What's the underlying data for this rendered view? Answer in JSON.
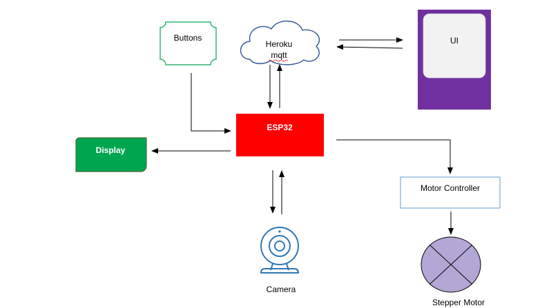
{
  "nodes": {
    "buttons": {
      "label": "Buttons"
    },
    "heroku": {
      "label_line1": "Heroku",
      "label_line2": "mqtt"
    },
    "ui": {
      "label": "UI"
    },
    "esp32": {
      "label": "ESP32"
    },
    "display": {
      "label": "Display"
    },
    "motor_controller": {
      "label": "Motor Controller"
    },
    "camera": {
      "label": "Camera"
    },
    "stepper_motor": {
      "label": "Stepper Motor"
    }
  },
  "colors": {
    "esp32_fill": "#ff0000",
    "display_fill": "#00a550",
    "display_border": "#4b6b3a",
    "buttons_border": "#00a550",
    "cloud_border": "#2e5597",
    "ui_outer": "#7030a0",
    "ui_inner": "#f2f2f2",
    "motor_controller_border": "#5b9bd5",
    "stepper_fill": "#b4a7d6",
    "camera_stroke": "#2e75b6",
    "arrow": "#000000"
  },
  "edges": [
    {
      "from": "buttons",
      "to": "esp32"
    },
    {
      "from": "esp32",
      "to": "heroku"
    },
    {
      "from": "heroku",
      "to": "esp32"
    },
    {
      "from": "heroku",
      "to": "ui"
    },
    {
      "from": "ui",
      "to": "heroku"
    },
    {
      "from": "esp32",
      "to": "display"
    },
    {
      "from": "esp32",
      "to": "motor_controller"
    },
    {
      "from": "motor_controller",
      "to": "stepper_motor"
    },
    {
      "from": "esp32",
      "to": "camera"
    },
    {
      "from": "camera",
      "to": "esp32"
    }
  ]
}
